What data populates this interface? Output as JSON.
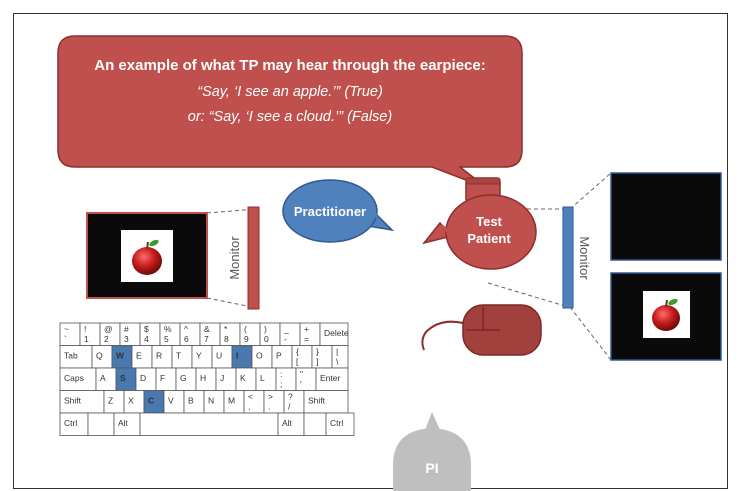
{
  "speech_bubble": {
    "heading": "An example of what TP may hear through the earpiece:",
    "line1": "“Say, ‘I see an apple.’” (True)",
    "line2": "or:  “Say, ‘I see a cloud.’” (False)"
  },
  "practitioner_label": "Practitioner",
  "test_patient_label": [
    "Test",
    "Patient"
  ],
  "left_monitor_label": "Monitor",
  "right_monitor_label": "Monitor",
  "pi_label": "PI",
  "keyboard": {
    "highlighted_keys": [
      "W",
      "S",
      "C",
      "I"
    ],
    "highlight_color": "#4a78b0",
    "rows": [
      [
        [
          "~`",
          20
        ],
        [
          "!1",
          20
        ],
        [
          "@2",
          20
        ],
        [
          "#3",
          20
        ],
        [
          "$4",
          20
        ],
        [
          "%5",
          20
        ],
        [
          "^6",
          20
        ],
        [
          "&7",
          20
        ],
        [
          "*8",
          20
        ],
        [
          "(9",
          20
        ],
        [
          ")0",
          20
        ],
        [
          "_-",
          20
        ],
        [
          "+=",
          20
        ],
        [
          "Delete",
          28
        ]
      ],
      [
        [
          "Tab",
          32
        ],
        [
          "Q",
          20
        ],
        [
          "W",
          20
        ],
        [
          "E",
          20
        ],
        [
          "R",
          20
        ],
        [
          "T",
          20
        ],
        [
          "Y",
          20
        ],
        [
          "U",
          20
        ],
        [
          "I",
          20
        ],
        [
          "O",
          20
        ],
        [
          "P",
          20
        ],
        [
          "{[",
          20
        ],
        [
          "}]",
          20
        ],
        [
          "|\\",
          16
        ]
      ],
      [
        [
          "Caps",
          36
        ],
        [
          "A",
          20
        ],
        [
          "S",
          20
        ],
        [
          "D",
          20
        ],
        [
          "F",
          20
        ],
        [
          "G",
          20
        ],
        [
          "H",
          20
        ],
        [
          "J",
          20
        ],
        [
          "K",
          20
        ],
        [
          "L",
          20
        ],
        [
          ":;",
          20
        ],
        [
          "\"'",
          20
        ],
        [
          "Enter",
          32
        ]
      ],
      [
        [
          "Shift",
          44
        ],
        [
          "Z",
          20
        ],
        [
          "X",
          20
        ],
        [
          "C",
          20
        ],
        [
          "V",
          20
        ],
        [
          "B",
          20
        ],
        [
          "N",
          20
        ],
        [
          "M",
          20
        ],
        [
          "<,",
          20
        ],
        [
          ">.",
          20
        ],
        [
          "?/",
          20
        ],
        [
          "Shift",
          44
        ]
      ],
      [
        [
          "Ctrl",
          28
        ],
        [
          "",
          26
        ],
        [
          "Alt",
          26
        ],
        [
          "",
          138
        ],
        [
          "Alt",
          26
        ],
        [
          "",
          22
        ],
        [
          "Ctrl",
          28
        ]
      ]
    ]
  },
  "colors": {
    "red": "#c0504d",
    "red_dark": "#8c2f2c",
    "blue": "#4f81bd",
    "blue_dark": "#2e5a8e",
    "gray": "#bfbfbf",
    "apple": "#b81d1d"
  }
}
